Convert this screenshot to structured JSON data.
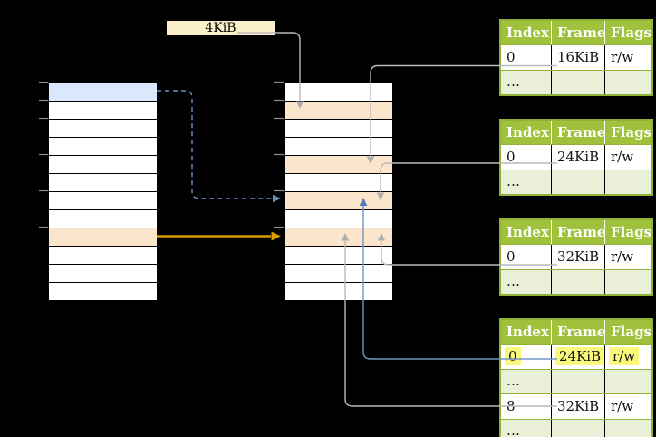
{
  "frame_size_label": "4KiB",
  "virtual_memory": {
    "description": "left memory column of 12 page slots",
    "row_count": 12,
    "highlighted_rows": [
      {
        "row": 0,
        "color": "#dae8fc"
      },
      {
        "row": 8,
        "color": "#fce5cd"
      }
    ]
  },
  "physical_memory": {
    "description": "middle memory column of 12 frame slots, each 4KiB",
    "row_count": 12,
    "highlighted_rows": [
      {
        "row": 1,
        "color": "#fce5cd"
      },
      {
        "row": 4,
        "color": "#fce5cd"
      },
      {
        "row": 6,
        "color": "#fce5cd"
      },
      {
        "row": 8,
        "color": "#fce5cd"
      }
    ]
  },
  "page_tables": [
    {
      "headers": [
        "Index",
        "Frame",
        "Flags"
      ],
      "rows": [
        [
          "0",
          "16KiB",
          "r/w"
        ],
        [
          "…",
          "",
          ""
        ]
      ]
    },
    {
      "headers": [
        "Index",
        "Frame",
        "Flags"
      ],
      "rows": [
        [
          "0",
          "24KiB",
          "r/w"
        ],
        [
          "…",
          "",
          ""
        ]
      ]
    },
    {
      "headers": [
        "Index",
        "Frame",
        "Flags"
      ],
      "rows": [
        [
          "0",
          "32KiB",
          "r/w"
        ],
        [
          "…",
          "",
          ""
        ]
      ]
    },
    {
      "headers": [
        "Index",
        "Frame",
        "Flags"
      ],
      "rows": [
        [
          "0",
          "24KiB",
          "r/w"
        ],
        [
          "…",
          "",
          ""
        ],
        [
          "8",
          "32KiB",
          "r/w"
        ],
        [
          "…",
          "",
          ""
        ]
      ],
      "highlighted_row": 0
    }
  ],
  "connections": [
    {
      "from": "4KiB label",
      "to": "physical frame row 1",
      "style": "gray"
    },
    {
      "from": "page-table-1 entry 0 (16KiB)",
      "to": "physical frame row 4",
      "style": "gray"
    },
    {
      "from": "page-table-2 entry 0 (24KiB)",
      "to": "physical frame row 6",
      "style": "gray"
    },
    {
      "from": "page-table-3 entry 0 (32KiB)",
      "to": "physical frame row 8",
      "style": "gray"
    },
    {
      "from": "page-table-4 entry 0 (24KiB)",
      "to": "physical frame row 6",
      "style": "blue"
    },
    {
      "from": "page-table-4 entry 8 (32KiB)",
      "to": "physical frame row 8",
      "style": "gray"
    },
    {
      "from": "virtual row 0",
      "to": "physical frame row 6",
      "style": "blue-dashed"
    },
    {
      "from": "virtual row 8",
      "to": "physical frame row 8",
      "style": "orange"
    }
  ],
  "colors": {
    "background": "#000000",
    "virtual_page_blue": "#dae8fc",
    "frame_peach": "#fce5cd",
    "label_fill": "#fcf0ca",
    "table_header_green": "#9fc13c",
    "table_row_light_green": "#e9f0d7",
    "table_border_green": "#8fb336",
    "highlight_yellow": "#fbf97b",
    "arrow_gray": "#b3b3b3",
    "arrow_blue": "#6c8ebf",
    "arrow_orange": "#d79b00"
  }
}
